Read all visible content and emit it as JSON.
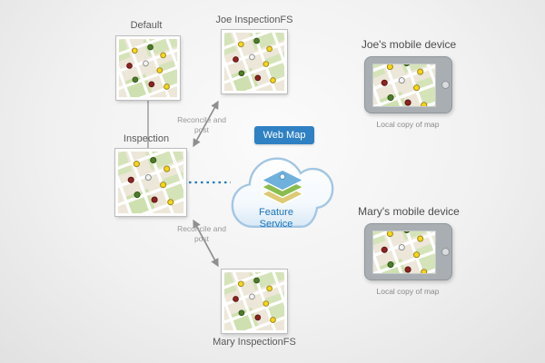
{
  "nodes": {
    "default": {
      "label": "Default"
    },
    "joe_fs": {
      "label": "Joe InspectionFS"
    },
    "inspection": {
      "label": "Inspection"
    },
    "mary_fs": {
      "label": "Mary InspectionFS"
    }
  },
  "cloud": {
    "web_map_badge": "Web Map",
    "feature_service_label": "Feature Service"
  },
  "edges": {
    "joe": {
      "label": "Reconcile and post"
    },
    "mary": {
      "label": "Reconcile and post"
    }
  },
  "devices": {
    "joe": {
      "title": "Joe's mobile device",
      "caption": "Local copy of map"
    },
    "mary": {
      "title": "Mary's mobile device",
      "caption": "Local copy of map"
    }
  },
  "icons": {
    "map_thumbnail": "street-map-with-inspection-points",
    "cloud": "feature-service-cloud",
    "layers": "map-layers-stack",
    "tablet": "tablet-device",
    "arrows": "double-headed-reconcile-arrow",
    "dotted_link": "dashed-sync-link"
  },
  "colors": {
    "badge_blue": "#2f81c4",
    "feature_service_text": "#1a75bb",
    "dotted_link": "#1f7ac0",
    "connector_gray": "#8f8f8f",
    "dot_yellow": "#f7d519",
    "dot_green": "#4d7c2a",
    "dot_red": "#8d2323"
  }
}
